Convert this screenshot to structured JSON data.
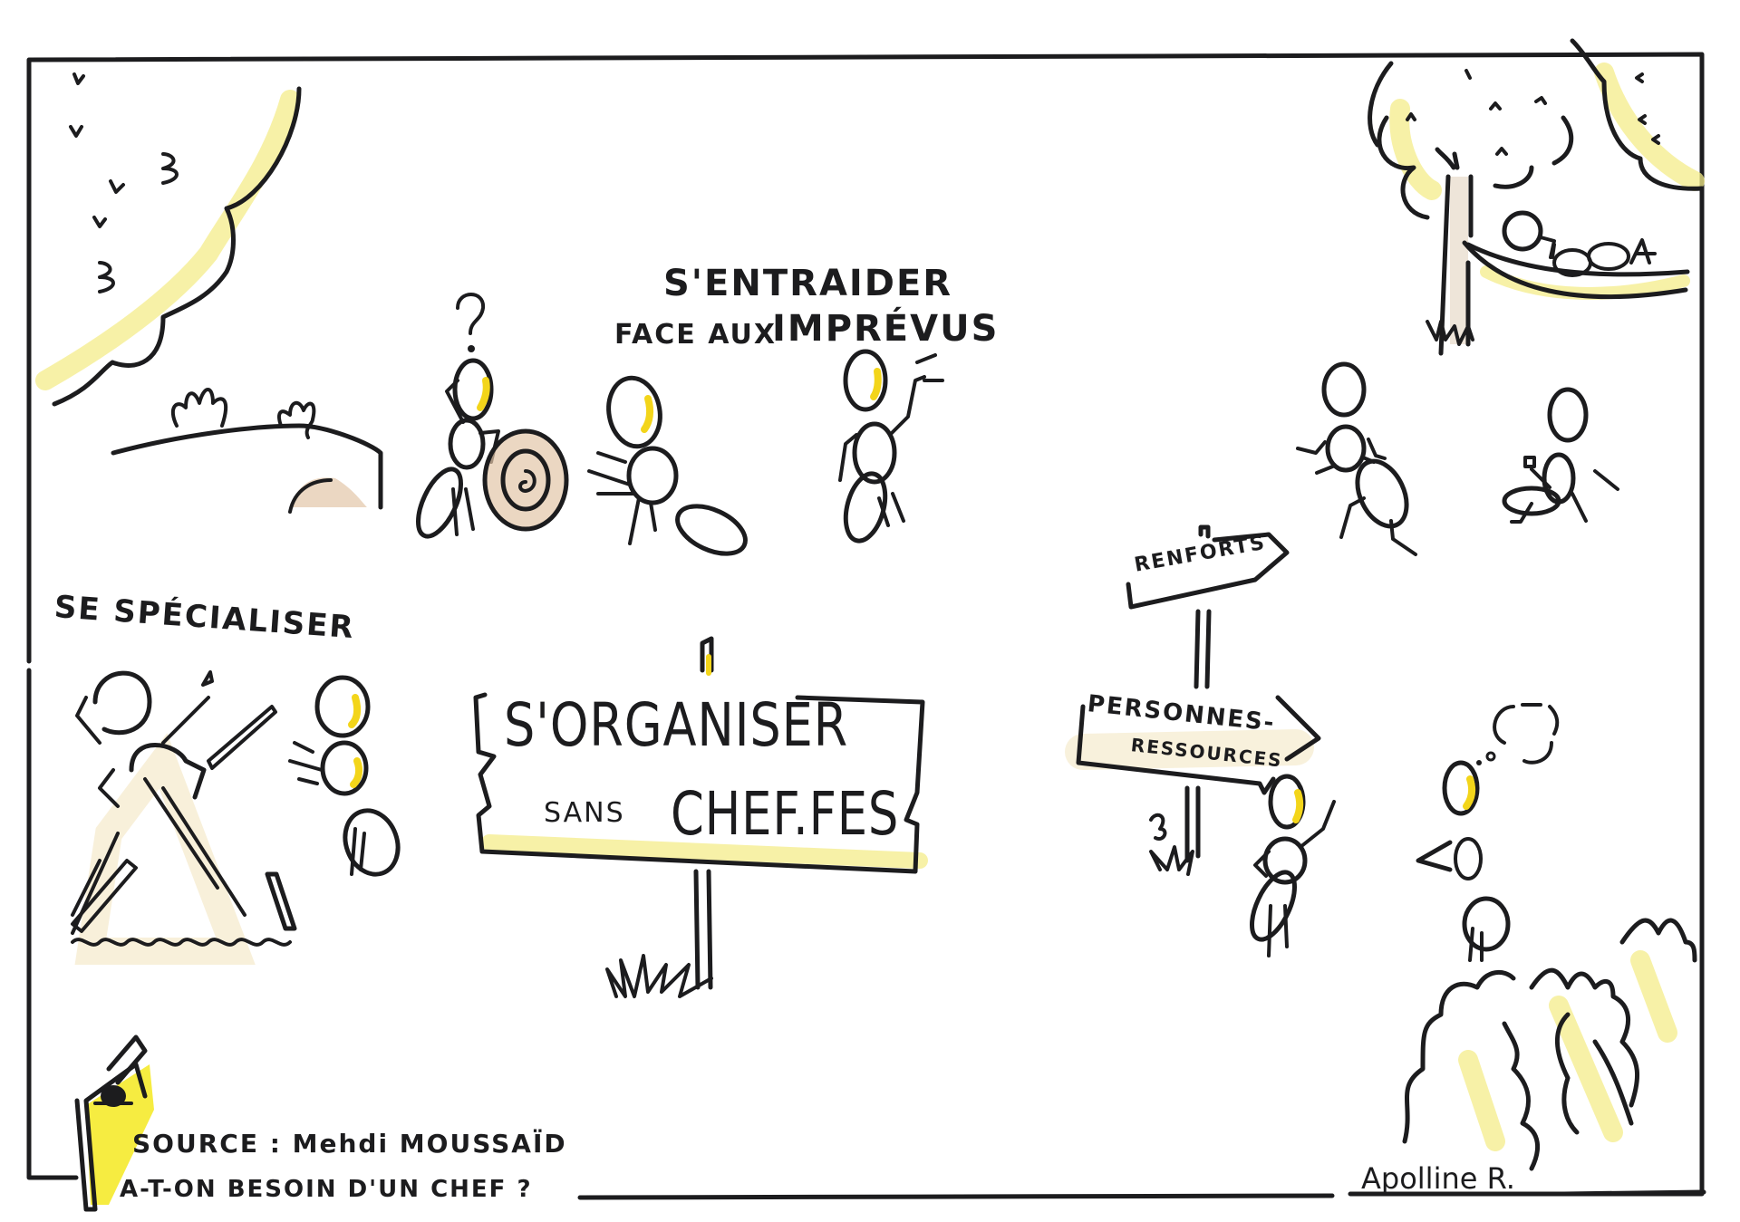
{
  "sketch": {
    "sections": {
      "mutual_aid": {
        "line1": "S'ENTRAIDER",
        "line2_a": "FACE AUX",
        "line2_b": "IMPRÉVUS"
      },
      "specialize": {
        "title": "SE SPÉCIALISER"
      },
      "main_sign": {
        "line1": "S'ORGANISER",
        "line2_small": "SANS",
        "line2_big": "CHEF.FES"
      },
      "signpost": {
        "top_arrow": "RENFORTS",
        "bottom_arrow_line1": "PERSONNES-",
        "bottom_arrow_line2": "RESSOURCES"
      }
    },
    "source": {
      "line1": "SOURCE : Mehdi MOUSSAÏD",
      "line2": "A-T-ON BESOIN D'UN CHEF ?"
    },
    "signature": "Apolline R.",
    "colors": {
      "ink": "#1c1c1e",
      "highlight_yellow": "#f3d51a",
      "pale_yellow": "#f4ec8a",
      "tan": "#e3c6a8",
      "paper": "#ffffff"
    }
  }
}
